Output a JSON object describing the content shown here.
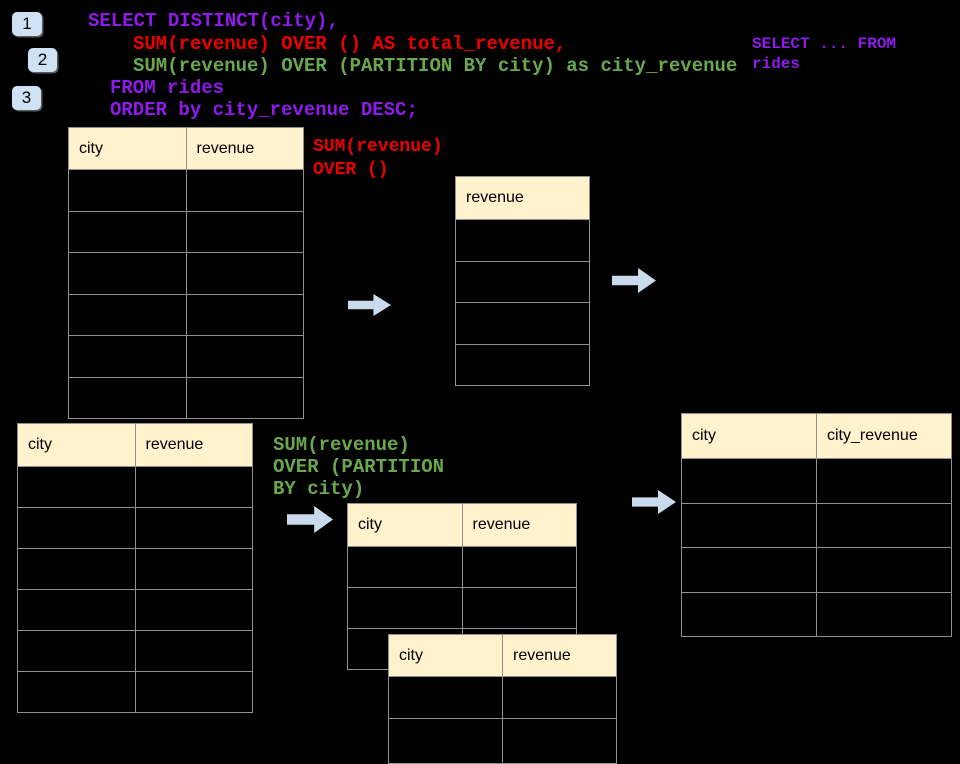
{
  "steps": [
    "1",
    "2",
    "3"
  ],
  "sql": {
    "l1": "SELECT DISTINCT(city),",
    "l2": "SUM(revenue) OVER () AS total_revenue,",
    "l3": "SUM(revenue) OVER (PARTITION BY city) as city_revenue",
    "l4": "FROM rides",
    "l5": "ORDER by city_revenue DESC;"
  },
  "note": {
    "l1": "SELECT ... FROM",
    "l2": "rides"
  },
  "label_total": {
    "l1": "SUM(revenue)",
    "l2": "OVER ()"
  },
  "label_partition": {
    "l1": "SUM(revenue)",
    "l2": "OVER (PARTITION",
    "l3": "BY city)"
  },
  "tables": {
    "source_top": {
      "headers": [
        "city",
        "revenue"
      ]
    },
    "total_result": {
      "headers": [
        "revenue"
      ]
    },
    "source_bottom": {
      "headers": [
        "city",
        "revenue"
      ]
    },
    "partition_mid": {
      "headers": [
        "city",
        "revenue"
      ]
    },
    "partition_overlay": {
      "headers": [
        "city",
        "revenue"
      ]
    },
    "city_result": {
      "headers": [
        "city",
        "city_revenue"
      ]
    }
  },
  "colors": {
    "background": "#000000",
    "table_header_fill": "#FFF2CC",
    "table_border": "#909090",
    "arrow_fill": "#C9DAEC",
    "badge_fill": "#CFE2F3",
    "keyword_purple": "#8E1BE8",
    "total_red": "#EB0000",
    "partition_green": "#6AA84F"
  }
}
